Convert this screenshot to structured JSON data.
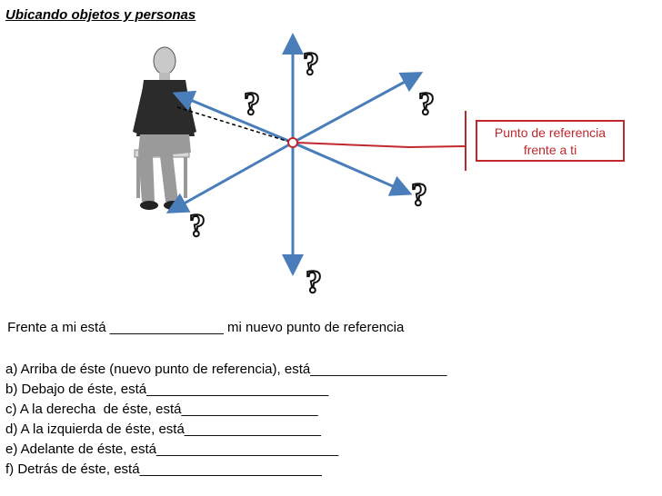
{
  "title": "Ubicando objetos y personas",
  "reference_box": {
    "line1": "Punto de referencia",
    "line2": "frente a ti"
  },
  "question_marks": [
    "?",
    "?",
    "?",
    "?",
    "?",
    "?"
  ],
  "prompt": " Frente a mi está _______________ mi nuevo punto de referencia",
  "questions": [
    "a) Arriba de éste (nuevo punto de referencia), está__________________",
    "b) Debajo de éste, está________________________",
    "c) A la derecha  de éste, está__________________",
    "d) A la izquierda de éste, está__________________",
    "e) Adelante de éste, está________________________",
    "f) Detrás de éste, está________________________"
  ],
  "colors": {
    "arrow": "#4a7ebb",
    "reference": "#c0282d"
  }
}
